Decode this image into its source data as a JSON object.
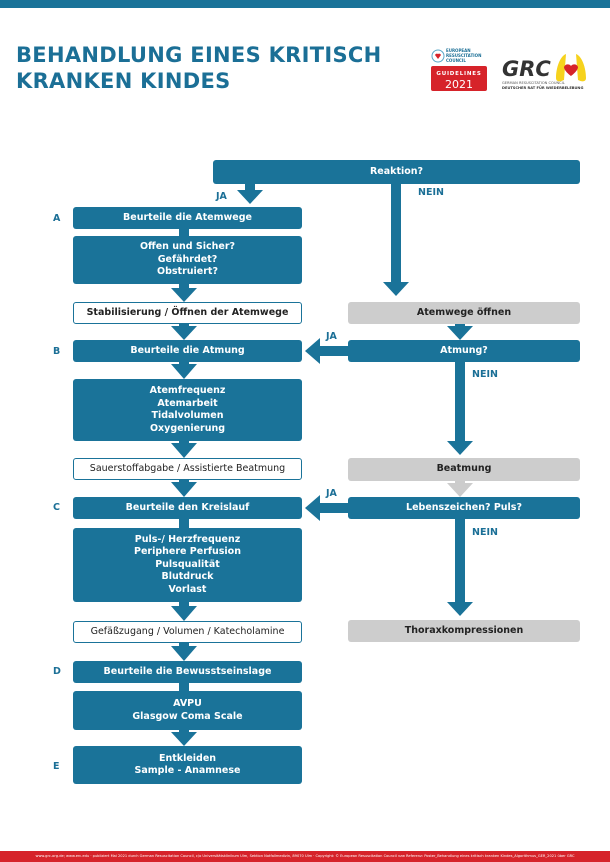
{
  "title": {
    "line1": "BEHANDLUNG EINES KRITISCH",
    "line2": "KRANKEN KINDES"
  },
  "logos": {
    "erc": {
      "text": "EUROPEAN RESUSCITATION COUNCIL",
      "badge": "GUIDELINES",
      "year": "2021"
    },
    "grc": {
      "text": "GRC",
      "sub1": "GERMAN RESUSCITATION COUNCIL",
      "sub2": "DEUTSCHER RAT FÜR WIEDERBELEBUNG"
    }
  },
  "labels": {
    "ja": "JA",
    "nein": "NEIN",
    "a": "A",
    "b": "B",
    "c": "C",
    "d": "D",
    "e": "E"
  },
  "boxes": {
    "reaktion": "Reaktion?",
    "atemwege": "Beurteile die Atemwege",
    "atemwege_items": [
      "Offen und Sicher?",
      "Gefährdet?",
      "Obstruiert?"
    ],
    "stabilisierung": "Stabilisierung / Öffnen der Atemwege",
    "atemwege_oeffnen": "Atemwege öffnen",
    "atmung": "Beurteile die Atmung",
    "atmung_q": "Atmung?",
    "atmung_items": [
      "Atemfrequenz",
      "Atemarbeit",
      "Tidalvolumen",
      "Oxygenierung"
    ],
    "sauerstoff": "Sauerstoffabgabe / Assistierte Beatmung",
    "beatmung": "Beatmung",
    "kreislauf": "Beurteile den Kreislauf",
    "lebenszeichen": "Lebenszeichen? Puls?",
    "kreislauf_items": [
      "Puls-/ Herzfrequenz",
      "Periphere Perfusion",
      "Pulsqualität",
      "Blutdruck",
      "Vorlast"
    ],
    "gefaess": "Gefäßzugang / Volumen / Katecholamine",
    "thorax": "Thoraxkompressionen",
    "bewusstsein": "Beurteile die Bewusstseinslage",
    "bewusstsein_items": [
      "AVPU",
      "Glasgow Coma Scale"
    ],
    "e_items": [
      "Entkleiden",
      "Sample - Anamnese"
    ]
  },
  "footer": "www.grc-org.de; www.erc.edu · publiziert Mai 2021 durch German Resuscitation Council, c/o Universitätsklinikum Ulm, Sektion Notfallmedizin, 89070 Ulm · Copyright: © European Resuscitation Council vzw Referenz: Poster_Behandlung eines kritisch kranken Kindes_Algorithmus_GER_2021 über GRC",
  "colors": {
    "primary": "#1a7399",
    "gray": "#cdcdcd",
    "footer": "#d6232a",
    "beatmung_arrow": "#cccccc"
  }
}
